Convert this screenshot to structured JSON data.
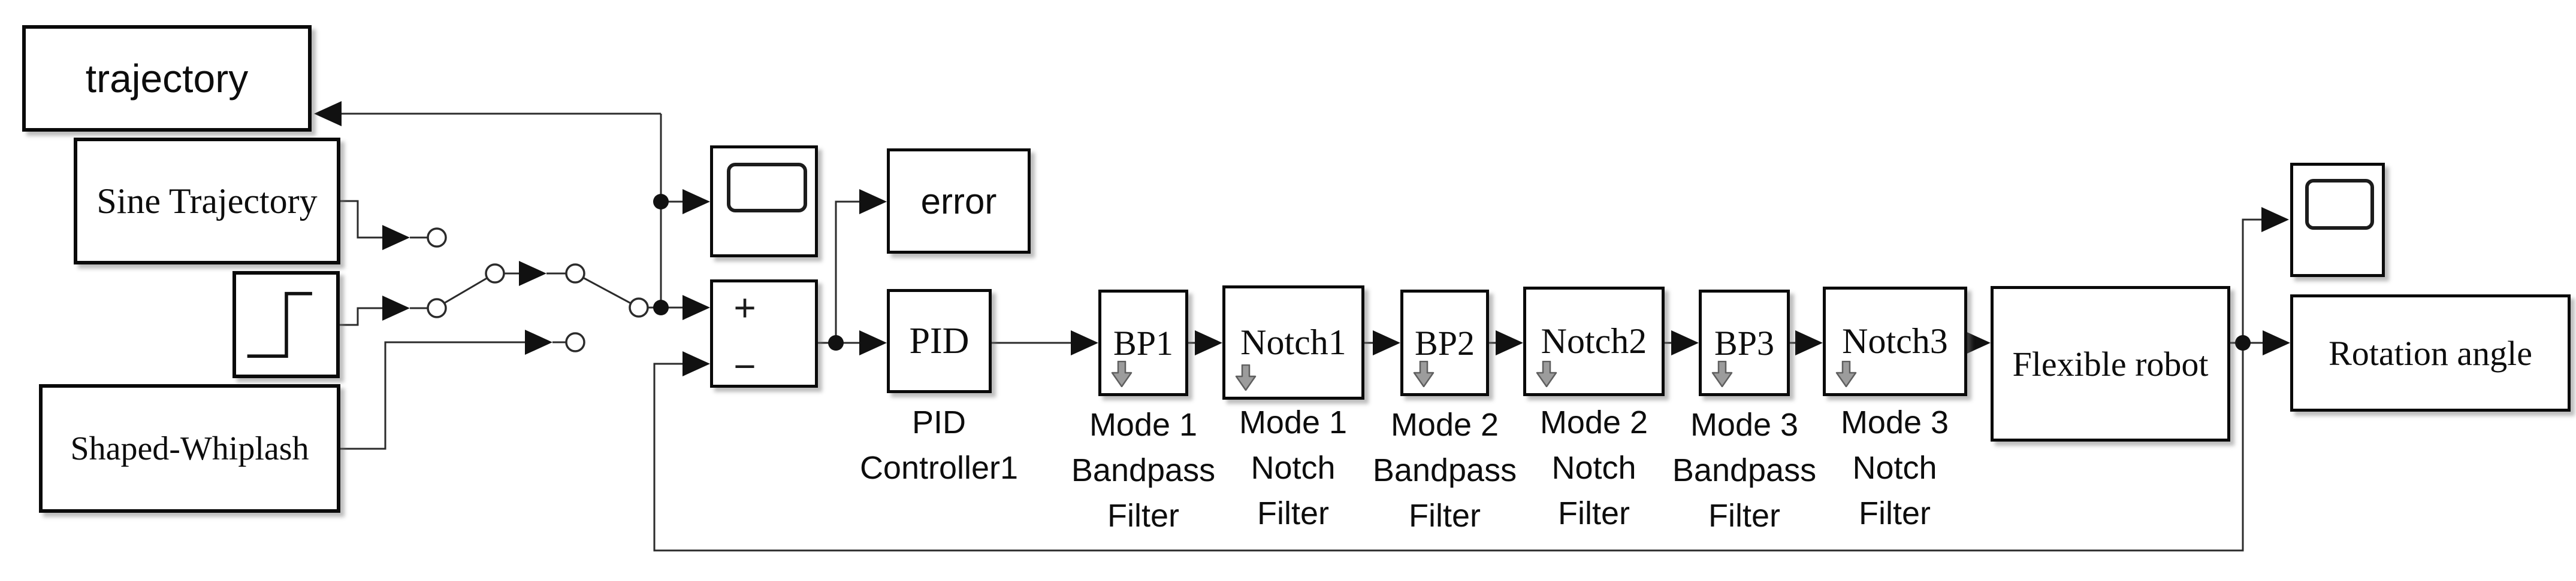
{
  "diagram": {
    "type": "simulink-block-diagram",
    "background": "#ffffff",
    "line_color": "#2b2b2b",
    "block_border_color": "#0a0a0a",
    "text_color": "#0d0d0d",
    "annotation_arrow_color": "#9c9c9c"
  },
  "blocks": {
    "trajectory": {
      "label": "trajectory"
    },
    "sine_trajectory": {
      "label": "Sine Trajectory"
    },
    "step_source": {
      "icon": "step-signal-icon"
    },
    "shaped_whiplash": {
      "label": "Shaped-Whiplash"
    },
    "scope_reference": {
      "icon": "scope-icon"
    },
    "error_display": {
      "label": "error"
    },
    "sum": {
      "plus_sign": "+",
      "minus_sign": "−"
    },
    "pid": {
      "label": "PID",
      "name_lines": [
        "PID",
        "Controller1"
      ]
    },
    "bp1": {
      "label": "BP1",
      "name_lines": [
        "Mode 1",
        "Bandpass",
        "Filter"
      ]
    },
    "notch1": {
      "label": "Notch1",
      "name_lines": [
        "Mode 1",
        "Notch",
        "Filter"
      ]
    },
    "bp2": {
      "label": "BP2",
      "name_lines": [
        "Mode 2",
        "Bandpass",
        "Filter"
      ]
    },
    "notch2": {
      "label": "Notch2",
      "name_lines": [
        "Mode 2",
        "Notch",
        "Filter"
      ]
    },
    "bp3": {
      "label": "BP3",
      "name_lines": [
        "Mode 3",
        "Bandpass",
        "Filter"
      ]
    },
    "notch3": {
      "label": "Notch3",
      "name_lines": [
        "Mode 3",
        "Notch",
        "Filter"
      ]
    },
    "flexible_robot": {
      "label": "Flexible robot"
    },
    "scope_output": {
      "icon": "scope-icon"
    },
    "rotation_angle": {
      "label": "Rotation angle"
    }
  }
}
